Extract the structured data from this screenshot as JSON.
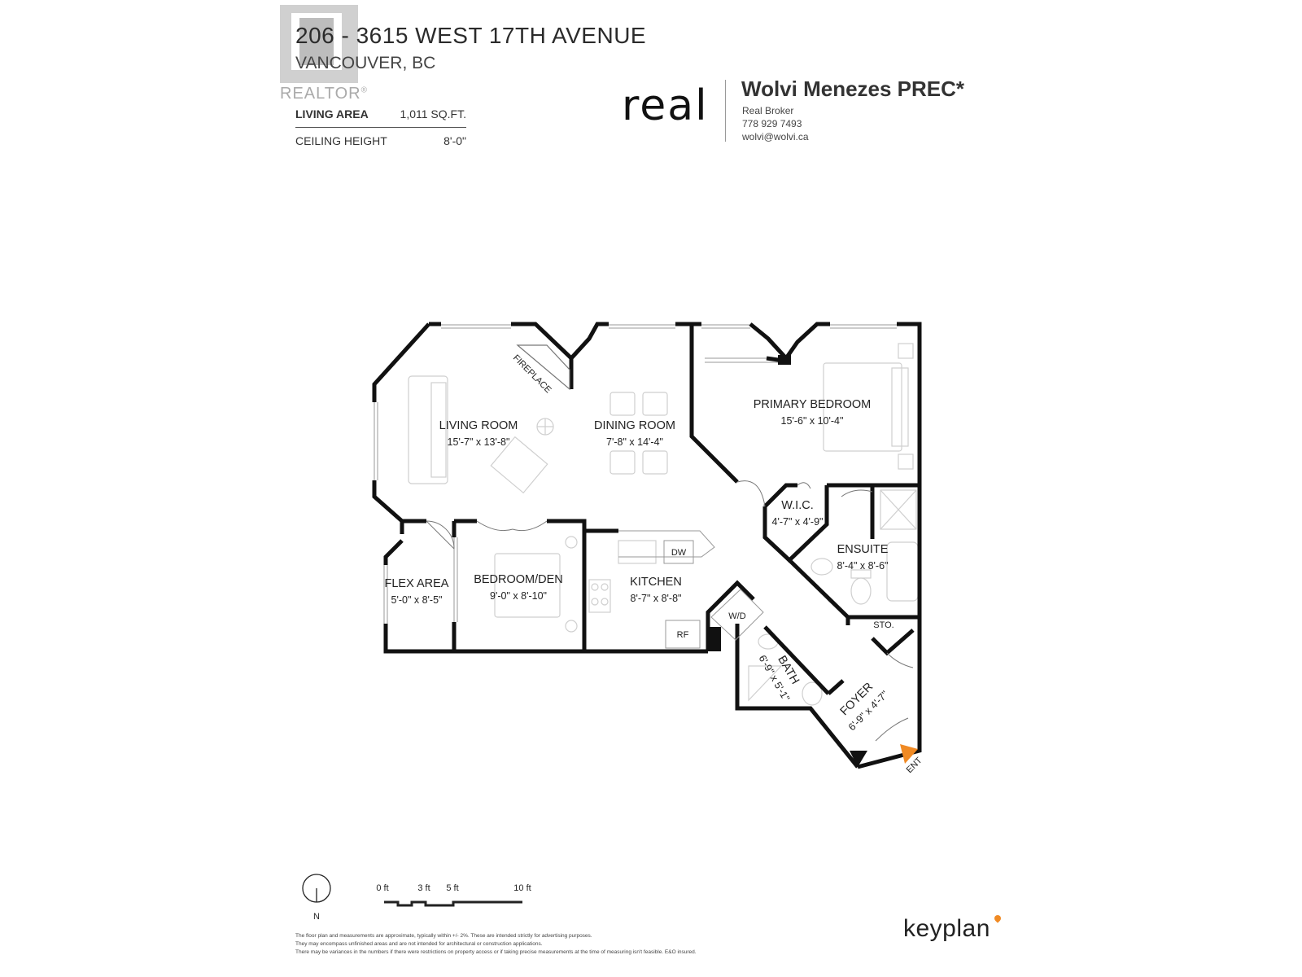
{
  "header": {
    "realtor_logo_text": "REALTOR",
    "realtor_reg": "®",
    "address_line1": "206 - 3615 WEST 17TH AVENUE",
    "address_line2": "VANCOUVER, BC",
    "specs": [
      {
        "label": "LIVING AREA",
        "value": "1,011 SQ.FT."
      },
      {
        "label": "CEILING HEIGHT",
        "value": "8'-0\""
      }
    ]
  },
  "brokerage": {
    "logo_text": "real",
    "agent_name": "Wolvi Menezes PREC*",
    "company": "Real Broker",
    "phone": "778 929 7493",
    "email": "wolvi@wolvi.ca"
  },
  "rooms": [
    {
      "id": "living",
      "name": "LIVING ROOM",
      "dims": "15'-7\"  x  13'-8\""
    },
    {
      "id": "dining",
      "name": "DINING ROOM",
      "dims": "7'-8\"  x  14'-4\""
    },
    {
      "id": "primary",
      "name": "PRIMARY BEDROOM",
      "dims": "15'-6\"  x  10'-4\""
    },
    {
      "id": "wic",
      "name": "W.I.C.",
      "dims": "4'-7\" x 4'-9\""
    },
    {
      "id": "ensuite",
      "name": "ENSUITE",
      "dims": "8'-4\"  x  8'-6\""
    },
    {
      "id": "flex",
      "name": "FLEX AREA",
      "dims": "5'-0\" x 8'-5\""
    },
    {
      "id": "den",
      "name": "BEDROOM/DEN",
      "dims": "9'-0\"  x  8'-10\""
    },
    {
      "id": "kitchen",
      "name": "KITCHEN",
      "dims": "8'-7\"  x  8'-8\""
    },
    {
      "id": "bath",
      "name": "BATH",
      "dims": "6'-9\" x 5'-1\""
    },
    {
      "id": "foyer",
      "name": "FOYER",
      "dims": "6'-9\"  x  4'-7\""
    }
  ],
  "fixtures": {
    "fireplace": "FIREPLACE",
    "dishwasher": "DW",
    "fridge": "RF",
    "washer_dryer": "W/D",
    "storage": "STO.",
    "entrance": "ENT"
  },
  "scale": {
    "north": "N",
    "ticks": [
      "0 ft",
      "3 ft",
      "5 ft",
      "10 ft"
    ]
  },
  "disclaimer": [
    "The floor plan and measurements are approximate, typically within +/- 2%. These are intended strictly for advertising purposes.",
    "They may encompass unfinished areas and are not intended for architectural or construction applications.",
    "There may be variances in the numbers if there were restrictions on property access or if taking precise measurements at the time of measuring isn't feasible. E&O insured."
  ],
  "footer": {
    "brand": "keyplan"
  },
  "colors": {
    "wall": "#111111",
    "accent": "#f08a24",
    "logo_gray": "#d0d0d0"
  }
}
